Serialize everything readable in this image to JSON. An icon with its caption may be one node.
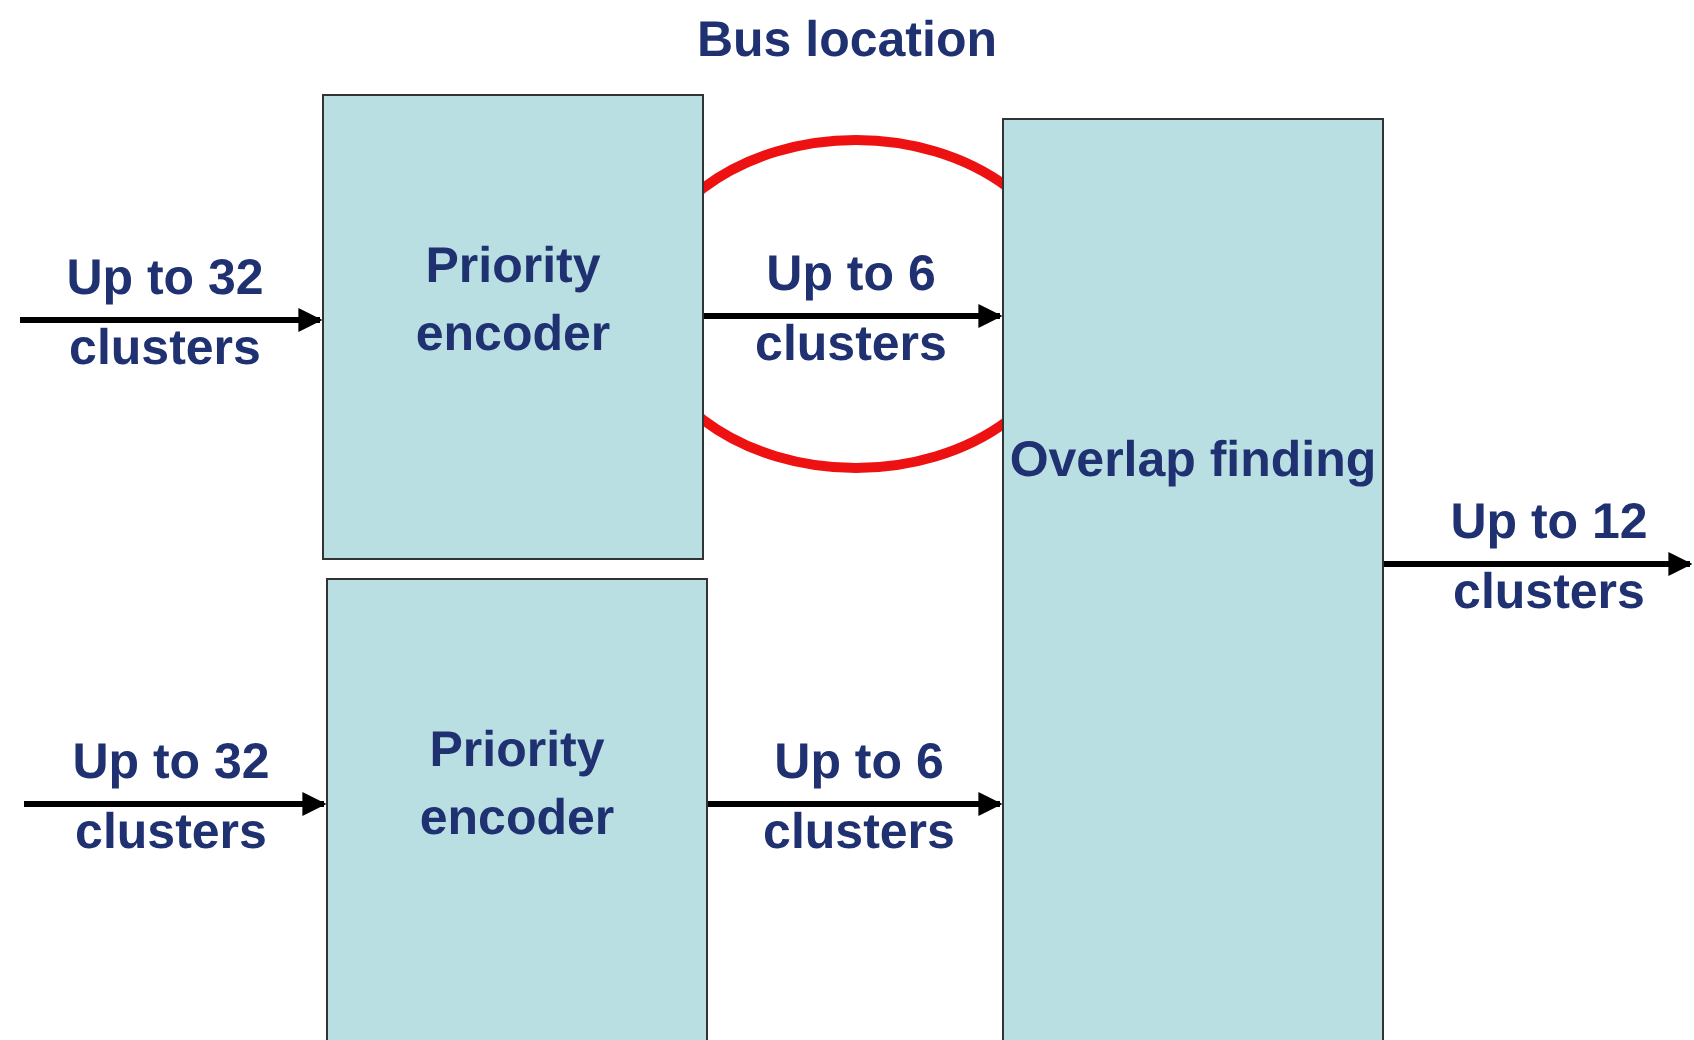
{
  "diagram": {
    "title": "Bus location",
    "nodes": [
      {
        "text": [
          "Priority encoder"
        ]
      },
      {
        "text": [
          "Priority encoder"
        ]
      },
      {
        "text": [
          "Overlap finding"
        ]
      }
    ],
    "edges": [
      {
        "from": null,
        "to": 0,
        "arrow": "to",
        "label": "Up to 32 clusters"
      },
      {
        "from": 0,
        "to": 2,
        "arrow": "to",
        "label": "Up to 6 clusters"
      },
      {
        "from": null,
        "to": 1,
        "arrow": "to",
        "label": "Up to 32 clusters"
      },
      {
        "from": 1,
        "to": 2,
        "arrow": "to",
        "label": "Up to 6 clusters"
      },
      {
        "from": 2,
        "to": null,
        "arrow": "to",
        "label": "Up to 12 clusters"
      }
    ]
  }
}
